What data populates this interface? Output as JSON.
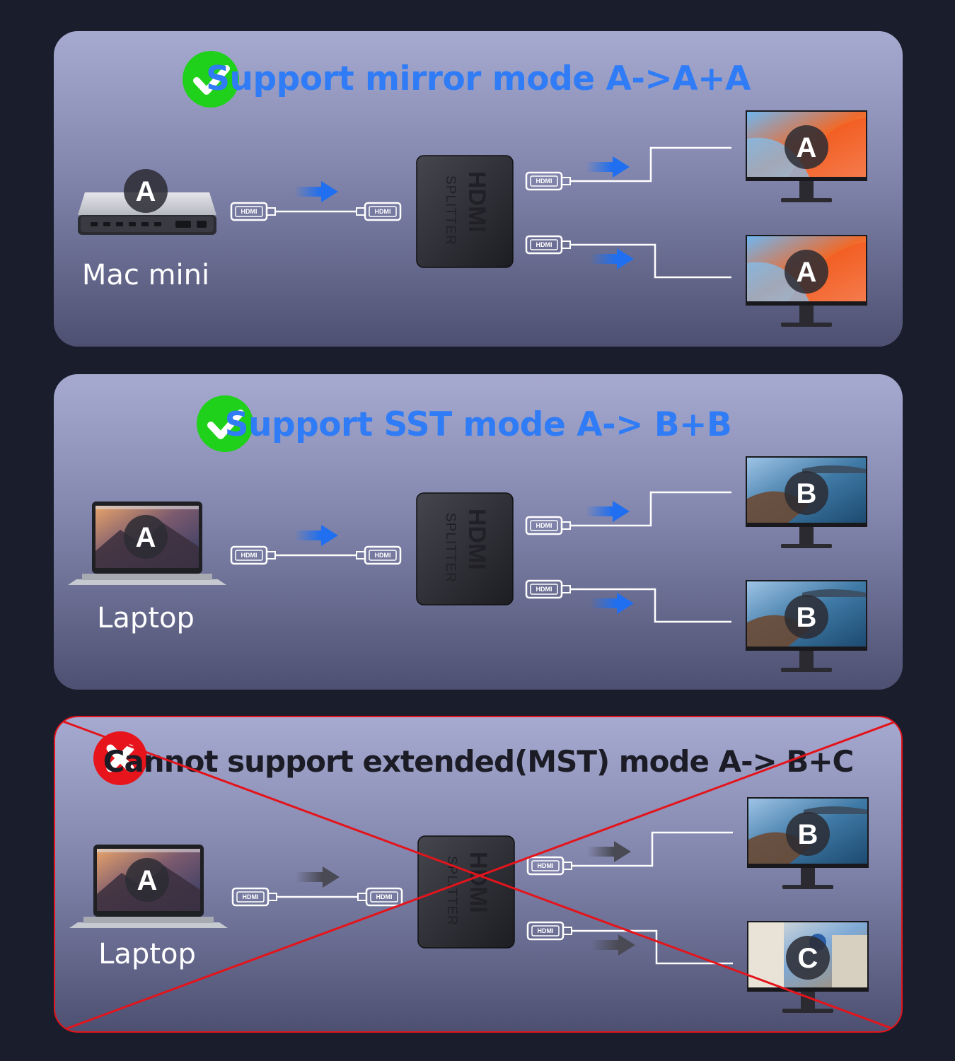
{
  "panels": [
    {
      "status": "supported",
      "title": "Support mirror mode A->A+A",
      "source": {
        "label": "Mac mini",
        "device": "mac-mini",
        "letter": "A"
      },
      "splitter": {
        "logo": "HDMI",
        "text": "SPLITTER"
      },
      "cable_label": "HDMI",
      "outputs": [
        {
          "letter": "A",
          "screen": "abstract-wave"
        },
        {
          "letter": "A",
          "screen": "abstract-wave"
        }
      ],
      "arrow_color": "#1f6ff0"
    },
    {
      "status": "supported",
      "title": "Support SST mode A-> B+B",
      "source": {
        "label": "Laptop",
        "device": "laptop",
        "letter": "A"
      },
      "splitter": {
        "logo": "HDMI",
        "text": "SPLITTER"
      },
      "cable_label": "HDMI",
      "outputs": [
        {
          "letter": "B",
          "screen": "coast-landscape"
        },
        {
          "letter": "B",
          "screen": "coast-landscape"
        }
      ],
      "arrow_color": "#1f6ff0"
    },
    {
      "status": "unsupported",
      "title": "Cannot support extended(MST) mode A-> B+C",
      "source": {
        "label": "Laptop",
        "device": "laptop",
        "letter": "A"
      },
      "splitter": {
        "logo": "HDMI",
        "text": "SPLITTER"
      },
      "cable_label": "HDMI",
      "outputs": [
        {
          "letter": "B",
          "screen": "coast-landscape"
        },
        {
          "letter": "C",
          "screen": "santorini-street"
        }
      ],
      "arrow_color": "#4a4a55"
    }
  ],
  "colors": {
    "check": "#1fd11a",
    "cross": "#e8141c",
    "title_blue": "#2f7cf6",
    "title_dark": "#1b1c26"
  },
  "icons": {
    "supported": "check-circle-icon",
    "unsupported": "x-circle-icon"
  }
}
